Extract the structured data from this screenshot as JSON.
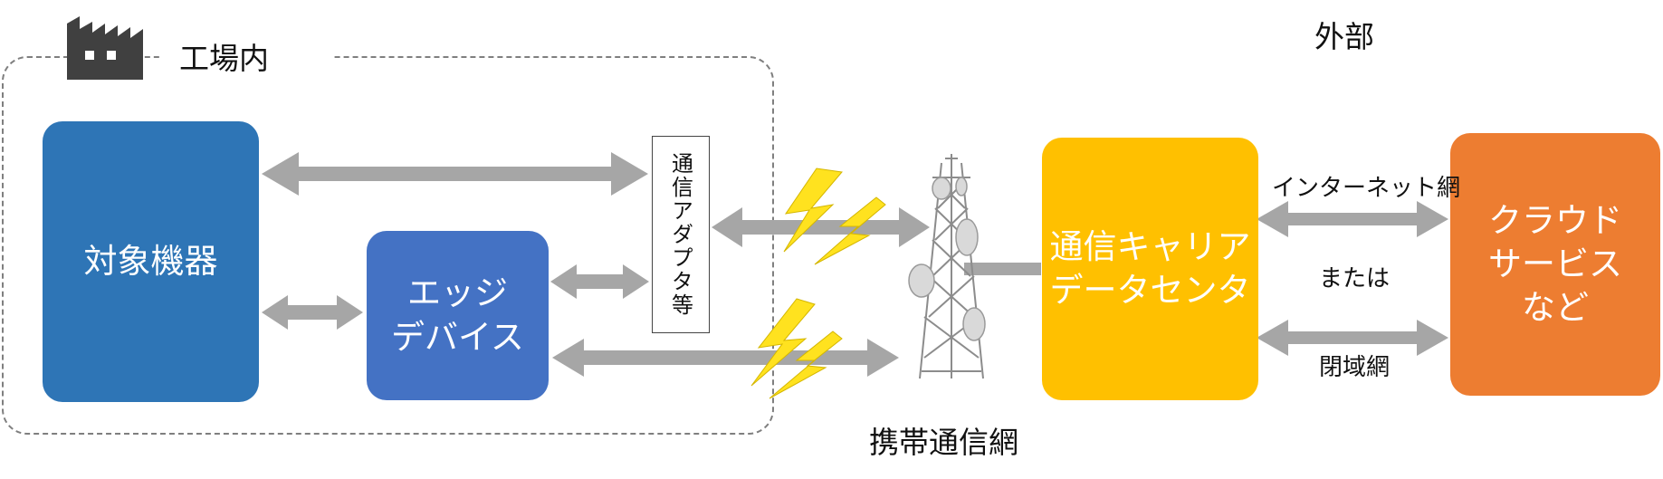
{
  "factory": {
    "label": "工場内",
    "icon": "factory-icon"
  },
  "external": {
    "label": "外部"
  },
  "nodes": {
    "target_device": {
      "lines": [
        "対象機器"
      ],
      "color": "#2e75b6"
    },
    "edge_device": {
      "lines": [
        "エッジ",
        "デバイス"
      ],
      "color": "#4472c4"
    },
    "comm_adapter": {
      "text": "通信アダプタ等"
    },
    "carrier_dc": {
      "lines": [
        "通信キャリア",
        "データセンタ"
      ],
      "color": "#ffc000"
    },
    "cloud": {
      "lines": [
        "クラウド",
        "サービス",
        "など"
      ],
      "color": "#ed7d31"
    }
  },
  "mobile_network": {
    "label": "携帯通信網",
    "icon": "cell-tower-icon"
  },
  "links": {
    "internet": "インターネット網",
    "or": "または",
    "closed": "閉域網"
  },
  "colors": {
    "arrow": "#a6a6a6",
    "lightning": "#ffe21f",
    "boundary": "#7f7f7f"
  }
}
